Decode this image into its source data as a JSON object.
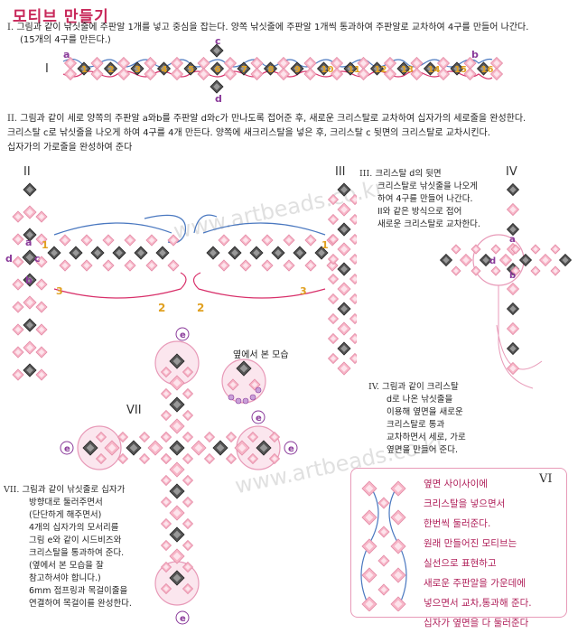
{
  "title": "모티브 만들기",
  "watermark": "www.artbeads.co.kr",
  "step1": {
    "roman": "I.",
    "text_line1": "그림과 같이 낚싯줄에 주판알 1개를 넣고 중심을 잡는다. 양쪽 낚싯줄에 주판알 1개씩 통과하여 주판알로 교차하여 4구를 만들어 나간다.",
    "text_line2": "(15개의 4구를 만든다.)",
    "diagram_label": "I",
    "numbers": [
      "1",
      "2",
      "3",
      "4",
      "5",
      "6",
      "7",
      "8",
      "9",
      "10",
      "11",
      "12",
      "13",
      "14",
      "15",
      "16"
    ],
    "letters": {
      "a": "a",
      "b": "b",
      "c": "c",
      "d": "d"
    }
  },
  "step2": {
    "roman": "II.",
    "text_line1": "그림과 같이 세로 양쪽의 주판알 a와b를 주판알 d와c가 만나도록 접어준 후, 새로운 크리스탈로 교차하여 십자가의 세로줄을 완성한다.",
    "text_line2": "크리스탈 c로 낚싯줄을 나오게 하여 4구를 4개 만든다. 양쪽에 새크리스탈을 넣은 후, 크리스탈 c 뒷면의 크리스탈로 교차시킨다.",
    "text_line3": "십자가의 가로줄을 완성하여 준다",
    "diagram_label": "II",
    "num1": "1",
    "num2": "2",
    "num3": "3"
  },
  "step3": {
    "diagram_label": "III",
    "roman": "III.",
    "text": [
      "크리스탈 d의 뒷면",
      "크리스탈로 낚싯줄을 나오게",
      "하여 4구를 만들어 나간다.",
      "II와 같은 방식으로 접어",
      "새로운 크리스탈로 교차한다."
    ]
  },
  "step4": {
    "diagram_label": "IV",
    "roman": "IV.",
    "text": [
      "그림과 같이 크리스탈",
      "d로 나온 낚싯줄을",
      "이용해 옆면을 새로운",
      "크리스탈로 통과",
      "교차하면서 세로, 가로",
      "옆면을 만들어 준다."
    ]
  },
  "step7": {
    "diagram_label": "VII",
    "roman": "VII.",
    "side_view_label": "옆에서 본 모습",
    "text": [
      "그림과 같이 낚싯줄로 십자가",
      "방향대로 둘러주면서",
      "(단단하게 해주면서)",
      "4개의 십자가의 모서리를",
      "그림 e와 같이 시드비즈와",
      "크리스탈을 통과하여 준다.",
      "(옆에서 본 모습을 잘",
      " 참고하셔야 합니다.)",
      "6mm 접프링과 목걸이줄을",
      "연결하여 목걸이를 완성한다."
    ]
  },
  "step6": {
    "diagram_label": "VI",
    "text": [
      "옆면 사이사이에",
      "크리스탈을 넣으면서",
      "한번씩 둘러준다.",
      "원래 만들어진 모티브는",
      "실선으로 표현하고",
      "새로운 주판알을 가운데에",
      "넣으면서 교차,통과해 준다.",
      "십자가 옆면을 다 둘러준다"
    ]
  },
  "colors": {
    "accent": "#c8285a",
    "bead_pink": "#f7b7c8",
    "bead_dark": "#555555",
    "line_blue": "#4a78c0",
    "line_red": "#d8306a",
    "label_purple": "#8a3a9a",
    "num_gold": "#e0a020"
  }
}
